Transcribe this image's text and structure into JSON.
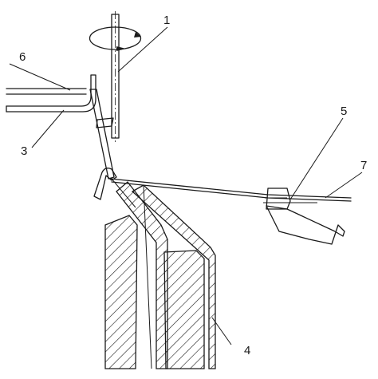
{
  "labels": {
    "l1": "1",
    "l3": "3",
    "l4": "4",
    "l5": "5",
    "l6": "6",
    "l7": "7"
  },
  "colors": {
    "line": "#1a1a1a",
    "background": "#ffffff"
  }
}
